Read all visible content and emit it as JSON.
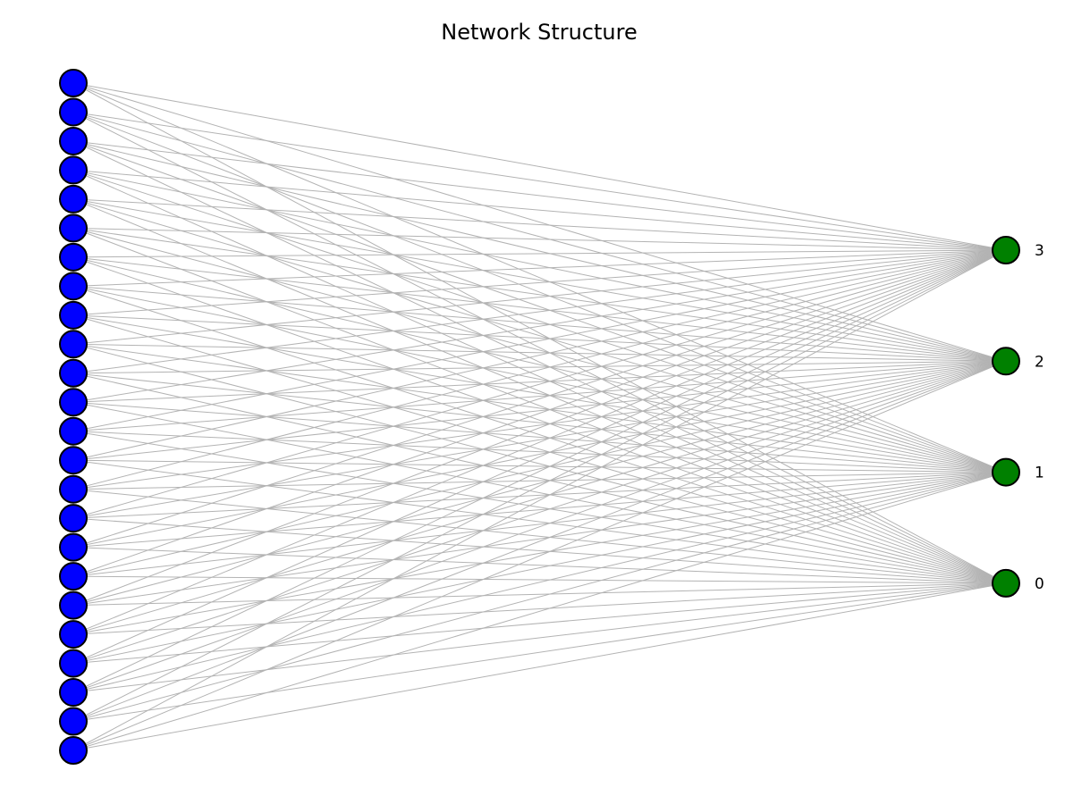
{
  "title": "Network Structure",
  "colors": {
    "input_node": "#0000ff",
    "output_node": "#008000",
    "edge": "#b3b3b3",
    "node_outline": "#000000"
  },
  "input_layer": {
    "count": 24,
    "labeled": false
  },
  "output_layer": {
    "labels": [
      "3",
      "2",
      "1",
      "0"
    ]
  },
  "connectivity": "fully-connected"
}
